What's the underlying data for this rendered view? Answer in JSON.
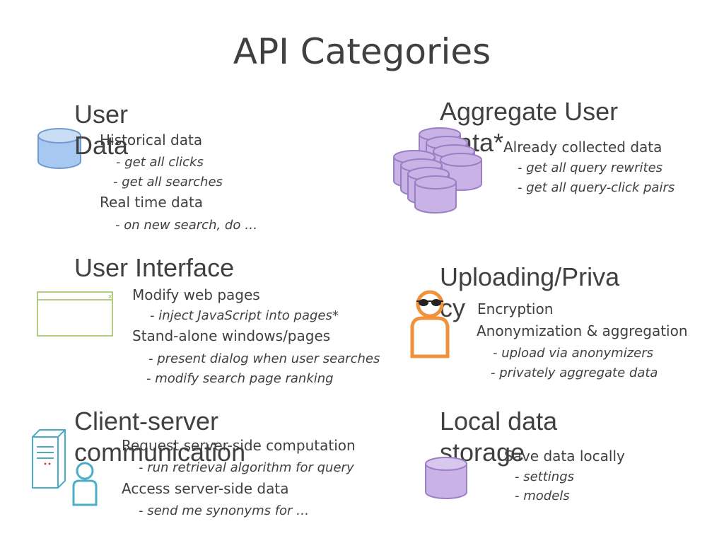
{
  "title": "API Categories",
  "sections": {
    "user_data": {
      "heading": "User Data",
      "items": [
        "Historical data",
        "- get all clicks",
        "- get all searches",
        "Real time data",
        "- on new search, do …"
      ]
    },
    "aggregate": {
      "heading": "Aggregate User Data*",
      "items": [
        "Already collected data",
        "- get all query rewrites",
        "- get all query-click pairs"
      ]
    },
    "user_interface": {
      "heading": "User Interface",
      "items": [
        "Modify web pages",
        "- inject JavaScript into pages*",
        "Stand-alone windows/pages",
        "- present dialog when user searches",
        "- modify search page ranking"
      ]
    },
    "privacy": {
      "heading": "Uploading/Privacy",
      "items": [
        "Encryption",
        "Anonymization & aggregation",
        "- upload via anonymizers",
        "- privately aggregate data"
      ]
    },
    "client_server": {
      "heading": "Client-server communication",
      "items": [
        "Request server-side computation",
        "- run retrieval algorithm for query",
        "Access server-side data",
        "- send me synonyms for …"
      ]
    },
    "local": {
      "heading": "Local data storage",
      "items": [
        "Save data locally",
        "- settings",
        "- models"
      ]
    }
  },
  "icons": {
    "database": "database-icon",
    "databases": "database-stack-icon",
    "window": "window-icon",
    "user_spy": "user-sunglasses-icon",
    "server": "server-icon",
    "user": "user-icon",
    "local_db": "database-icon",
    "window_close": "x"
  },
  "colors": {
    "blue_db": "#a7c8f0",
    "purple_db": "#c9b3e6",
    "window_border": "#9bbb59",
    "orange_user": "#f0923c",
    "teal": "#4bacc6",
    "text": "#404040"
  }
}
